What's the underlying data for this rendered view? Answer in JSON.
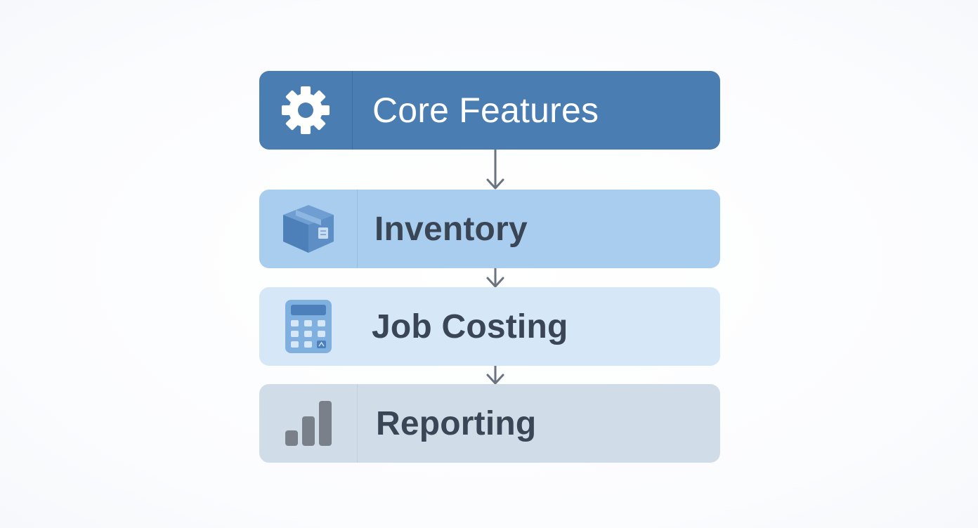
{
  "steps": [
    {
      "label": "Core Features",
      "icon": "gear-icon"
    },
    {
      "label": "Inventory",
      "icon": "box-icon"
    },
    {
      "label": "Job Costing",
      "icon": "calculator-icon"
    },
    {
      "label": "Reporting",
      "icon": "bar-chart-icon"
    }
  ],
  "colors": {
    "core": "#4a7db2",
    "inventory": "#a9cdee",
    "job_costing": "#d6e7f7",
    "reporting": "#d0dde9",
    "arrow": "#6b7280",
    "text_dark": "#3a4656",
    "text_light": "#ffffff"
  }
}
